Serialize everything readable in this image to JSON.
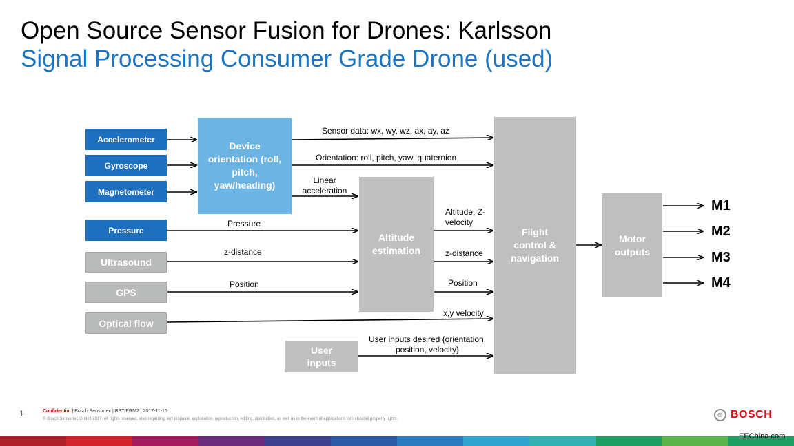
{
  "title": "Open Source Sensor Fusion for Drones: Karlsson",
  "subtitle": "Signal Processing Consumer Grade Drone (used)",
  "inputs": {
    "accelerometer": "Accelerometer",
    "gyroscope": "Gyroscope",
    "magnetometer": "Magnetometer",
    "pressure": "Pressure",
    "ultrasound": "Ultrasound",
    "gps": "GPS",
    "optical_flow": "Optical flow",
    "user_inputs": "User inputs"
  },
  "blocks": {
    "device_orientation": "Device orientation (roll, pitch, yaw/heading)",
    "altitude_estimation": "Altitude estimation",
    "flight_control": "Flight control & navigation",
    "motor_outputs": "Motor outputs"
  },
  "edge_labels": {
    "sensor_data": "Sensor data: wx, wy, wz, ax, ay, az",
    "orientation": "Orientation: roll, pitch, yaw, quaternion",
    "linear_acceleration": "Linear acceleration",
    "pressure": "Pressure",
    "z_distance_in": "z-distance",
    "position_in": "Position",
    "altitude_z_velocity": "Altitude, Z-velocity",
    "z_distance_out": "z-distance",
    "position_out": "Position",
    "xy_velocity": "x,y velocity",
    "user_inputs_desired": "User inputs desired {orientation, position, velocity}"
  },
  "motors": [
    "M1",
    "M2",
    "M3",
    "M4"
  ],
  "footer": {
    "page_number": "1",
    "confidential": "Confidential",
    "info": " | Bosch Sensortec | BST/PRM2 | 2017-11-15",
    "copyright": "© Bosch Sensortec GmbH 2017. All rights reserved, also regarding any disposal, exploitation, reproduction, editing, distribution, as well as in the event of applications for industrial property rights.",
    "brand": "BOSCH",
    "watermark": "EEChina.com"
  },
  "colors": {
    "title_blue": "#1b77c6",
    "sensor_blue": "#1f6fbf",
    "orientation_block": "#6cb4e4",
    "gray_block": "#bfbfbf",
    "brand_red": "#e20015",
    "stripe": [
      "#b01e2a",
      "#d2232a",
      "#a6195c",
      "#6a2c7a",
      "#3f3f8f",
      "#2a5aa6",
      "#2a7bbf",
      "#2ea3cf",
      "#2fb3b0",
      "#1f9e63",
      "#5ab44a",
      "#1f9e63"
    ]
  }
}
